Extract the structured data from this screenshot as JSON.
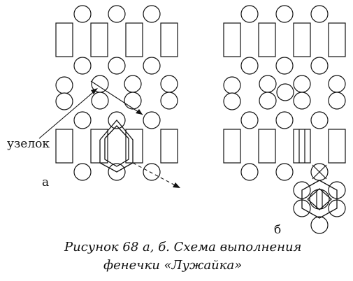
{
  "figure": {
    "knot_label": "узелок",
    "panel_a_label": "а",
    "panel_b_label": "б",
    "caption_line1": "Рисунок 68 а, б. Схема выполнения",
    "caption_line2": "фенечки «Лужайка»"
  }
}
